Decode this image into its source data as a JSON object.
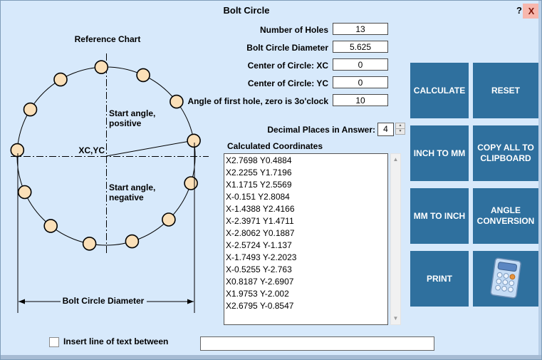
{
  "window": {
    "title": "Bolt Circle",
    "help_label": "?",
    "close_label": "X"
  },
  "reference_chart": {
    "title": "Reference Chart",
    "start_angle_positive": "Start angle,\npositive",
    "center_label": "XC,YC",
    "start_angle_negative": "Start angle,\nnegative",
    "diameter_label": "Bolt Circle Diameter",
    "num_holes_shown": 13,
    "first_hole_angle_deg": 10
  },
  "form": {
    "fields": [
      {
        "label": "Number of Holes",
        "value": "13"
      },
      {
        "label": "Bolt Circle Diameter",
        "value": "5.625"
      },
      {
        "label": "Center of Circle: XC",
        "value": "0"
      },
      {
        "label": "Center of Circle: YC",
        "value": "0"
      },
      {
        "label": "Angle of first hole, zero is 3o'clock",
        "value": "10"
      }
    ],
    "decimal_places_label": "Decimal Places in Answer:",
    "decimal_places_value": "4",
    "spinner_up": "▲",
    "spinner_down": "▼"
  },
  "results": {
    "label": "Calculated Coordinates",
    "lines": [
      "X2.7698 Y0.4884",
      "X2.2255 Y1.7196",
      "X1.1715 Y2.5569",
      "X-0.151 Y2.8084",
      "X-1.4388 Y2.4166",
      "X-2.3971 Y1.4711",
      "X-2.8062 Y0.1887",
      "X-2.5724 Y-1.137",
      "X-1.7493 Y-2.2023",
      "X-0.5255 Y-2.763",
      "X0.8187 Y-2.6907",
      "X1.9753 Y-2.002",
      "X2.6795 Y-0.8547"
    ],
    "scroll_up": "▲",
    "scroll_down": "▼"
  },
  "buttons": [
    {
      "label": "CALCULATE"
    },
    {
      "label": "RESET"
    },
    {
      "label": "INCH TO MM"
    },
    {
      "label": "COPY ALL TO CLIPBOARD"
    },
    {
      "label": "MM TO INCH"
    },
    {
      "label": "ANGLE CONVERSION"
    },
    {
      "label": "PRINT"
    }
  ],
  "footer": {
    "checkbox_label": "Insert line of text between",
    "checkbox_checked": false,
    "text_value": ""
  },
  "colors": {
    "window_bg": "#D7E9FB",
    "button_bg": "#2F709E",
    "close_bg": "#F7B7AD",
    "hole_fill": "#FBE0B8"
  }
}
